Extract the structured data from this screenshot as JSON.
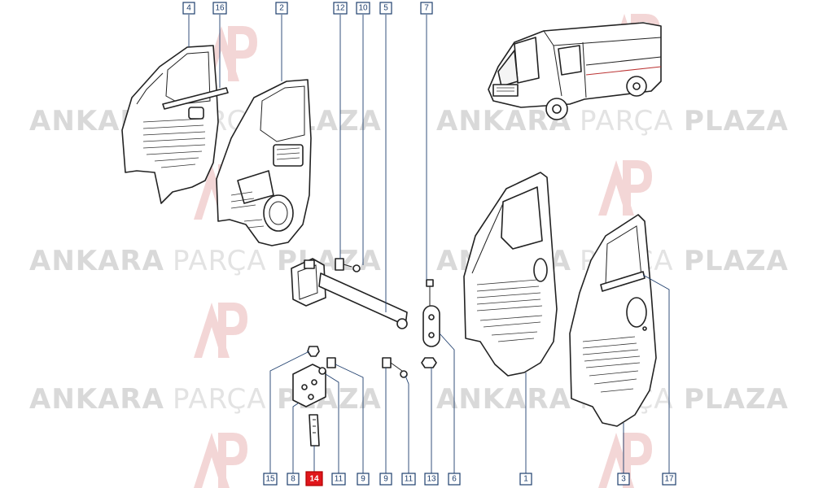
{
  "watermark": {
    "word1": "ANKARA",
    "word2": "PARÇA",
    "word3": "PLAZA",
    "logo_text": "AP"
  },
  "callouts": [
    {
      "id": "c4",
      "label": "4",
      "highlight": false
    },
    {
      "id": "c16",
      "label": "16",
      "highlight": false
    },
    {
      "id": "c2",
      "label": "2",
      "highlight": false
    },
    {
      "id": "c12",
      "label": "12",
      "highlight": false
    },
    {
      "id": "c10",
      "label": "10",
      "highlight": false
    },
    {
      "id": "c5",
      "label": "5",
      "highlight": false
    },
    {
      "id": "c7",
      "label": "7",
      "highlight": false
    },
    {
      "id": "c15",
      "label": "15",
      "highlight": false
    },
    {
      "id": "c14",
      "label": "14",
      "highlight": true
    },
    {
      "id": "c8",
      "label": "8",
      "highlight": false
    },
    {
      "id": "c11a",
      "label": "11",
      "highlight": false
    },
    {
      "id": "c9a",
      "label": "9",
      "highlight": false
    },
    {
      "id": "c9b",
      "label": "9",
      "highlight": false
    },
    {
      "id": "c11b",
      "label": "11",
      "highlight": false
    },
    {
      "id": "c13",
      "label": "13",
      "highlight": false
    },
    {
      "id": "c6",
      "label": "6",
      "highlight": false
    },
    {
      "id": "c1",
      "label": "1",
      "highlight": false
    },
    {
      "id": "c3",
      "label": "3",
      "highlight": false
    },
    {
      "id": "c17",
      "label": "17",
      "highlight": false
    }
  ],
  "colors": {
    "callout_border": "#1f3f6e",
    "highlight": "#e0161b",
    "watermark": "#d9d9d9",
    "logo": "#f3d6d6"
  }
}
